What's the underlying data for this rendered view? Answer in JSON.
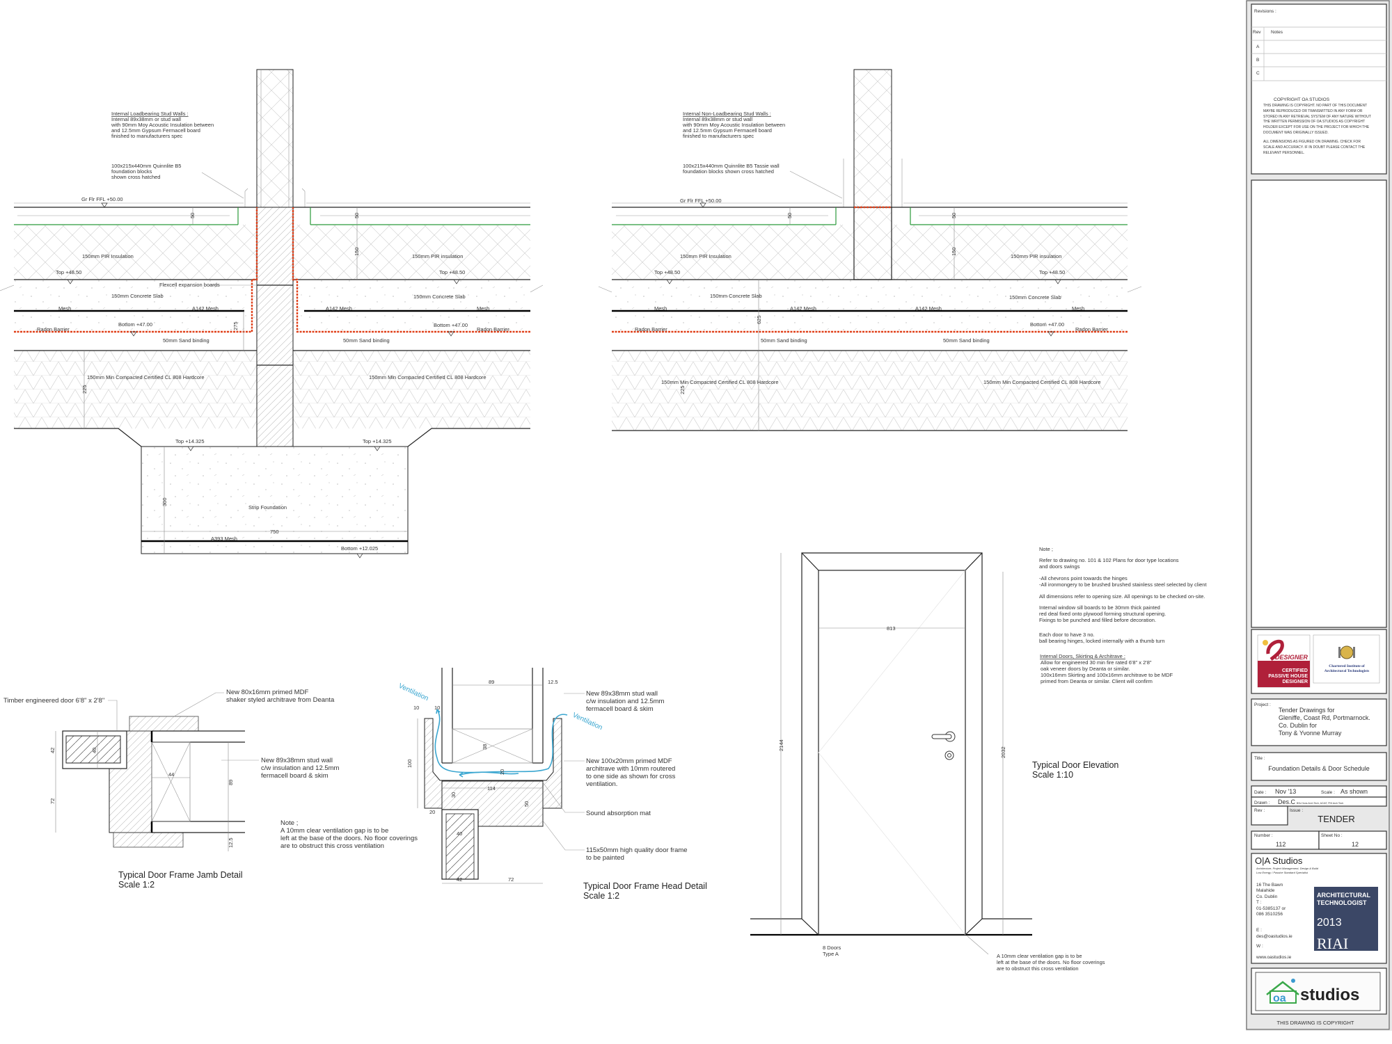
{
  "foundation_left": {
    "stud_note": [
      "Internal Loadbearing Stud Walls :",
      "Internal 89x38mm or stud wall",
      "with 90mm Moy Acoustic Insulation between",
      "and 12.5mm Gypsum Fermacell board",
      "finished to manufacturers spec"
    ],
    "block_note": [
      "100x215x440mm Quinnlite B5",
      "foundation blocks",
      "shown cross hatched"
    ],
    "ffl": "Gr Flr FFL +50.00",
    "dim_screed_l": "50",
    "dim_screed_r": "50",
    "dim_insulation": "150",
    "dim_275": "275",
    "dim_225": "225",
    "dim_300": "300",
    "dim_750": "750",
    "insulation_l": "150mm PIR Insulation",
    "insulation_r": "150mm PIR insulation",
    "top_l": "Top +48.50",
    "top_r": "Top +48.50",
    "flexcell": "Flexcell expansion boards",
    "slab_l": "150mm Concrete Slab",
    "slab_r": "150mm Concrete Slab",
    "mesh_l": "Mesh",
    "a142_l": "A142 Mesh",
    "a142_r": "A142 Mesh",
    "mesh_r": "Mesh",
    "radon_l": "Radon Barrier",
    "radon_r": "Radon Barrier",
    "bottom_l": "Bottom +47.00",
    "bottom_r": "Bottom +47.00",
    "sand_l": "50mm Sand binding",
    "sand_r": "50mm Sand binding",
    "hardcore_l": "150mm Min Compacted Certified CL 808 Hardcore",
    "hardcore_r": "150mm Min Compacted Certified CL 808 Hardcore",
    "strip_top_l": "Top +14.325",
    "strip_top_r": "Top +14.325",
    "strip": "Strip Foundation",
    "a393": "A393 Mesh",
    "strip_bottom": "Bottom +12.025"
  },
  "foundation_right": {
    "stud_note": [
      "Internal Non-Loadbearing Stud Walls :",
      "Internal 89x38mm or stud wall",
      "with 90mm Moy Acoustic Insulation between",
      "and 12.5mm Gypsum Fermacell board",
      "finished to manufacturers spec"
    ],
    "block_note": [
      "100x215x440mm Quinnlite B5 Tassie wall",
      "foundation blocks shown cross hatched"
    ],
    "ffl": "Gr Flr FFL +50.00",
    "dim_screed_l": "50",
    "dim_screed_r": "50",
    "dim_insulation": "150",
    "dim_625": "625",
    "dim_225": "225",
    "insulation_l": "150mm PIR Insulation",
    "insulation_r": "150mm PIR insulation",
    "top_l": "Top +48.50",
    "top_r": "Top +48.50",
    "slab_l": "150mm Concrete Slab",
    "slab_r": "150mm Concrete Slab",
    "mesh_l": "Mesh",
    "a142_l": "A142 Mesh",
    "a142_r": "A142 Mesh",
    "mesh_r": "Mesh",
    "radon_l": "Radon Barrier",
    "radon_r": "Radon Barrier",
    "bottom_r": "Bottom +47.00",
    "sand_l": "50mm Sand binding",
    "sand_r": "50mm Sand binding",
    "hardcore_l": "150mm Min Compacted Certified CL 808 Hardcore",
    "hardcore_r": "150mm Min Compacted Certified CL 808 Hardcore"
  },
  "jamb_detail": {
    "door_label": "Timber engineered door 6'8\" x 2'8\"",
    "architrave_note": [
      "New 80x16mm primed MDF",
      "shaker styled architrave from Deanta"
    ],
    "stud_note": [
      "New 89x38mm stud wall",
      "c/w insulation and 12.5mm",
      "fermacell board & skim"
    ],
    "dims": {
      "d42": "42",
      "d40": "40",
      "d72": "72",
      "d44": "44",
      "d89": "89",
      "d12_5": "12.5"
    },
    "note": [
      "Note ;",
      "A 10mm clear ventilation gap is to be",
      "left at the base of the doors. No floor coverings",
      "are to obstruct this cross ventilation"
    ],
    "title": "Typical Door Frame Jamb Detail",
    "scale": "Scale 1:2"
  },
  "head_detail": {
    "ventilation_l": "Ventilation",
    "ventilation_r": "Ventilation",
    "dims": {
      "d89": "89",
      "d12_5": "12.5",
      "d10a": "10",
      "d10b": "10",
      "d38": "38",
      "d20v": "20",
      "d100": "100",
      "d114": "114",
      "d30": "30",
      "d50": "50",
      "d20": "20",
      "d40": "40",
      "d42": "42",
      "d72": "72"
    },
    "stud_note": [
      "New 89x38mm stud wall",
      "c/w insulation and 12.5mm",
      "fermacell board & skim"
    ],
    "architrave_note": [
      "New 100x20mm primed MDF",
      "architrave with 10mm routered",
      "to one side as shown for cross",
      "ventilation."
    ],
    "mat_note": "Sound absorption mat",
    "frame_note": [
      "115x50mm high quality door frame",
      "to be painted"
    ],
    "title": "Typical Door Frame Head Detail",
    "scale": "Scale 1:2"
  },
  "door_elevation": {
    "width": "813",
    "overall_height": "2144",
    "door_height": "2032",
    "count": "8 Doors",
    "type": "Type A",
    "gap_note": [
      "A 10mm clear ventilation gap is to be",
      "left at the base of the doors. No floor coverings",
      "are to obstruct this cross ventilation"
    ],
    "title": "Typical Door Elevation",
    "scale": "Scale 1:10"
  },
  "door_notes": {
    "heading": "Note ;",
    "lines": [
      "Refer to drawing no. 101 & 102 Plans for door type locations",
      "and doors swings",
      "-All chevrons point towards the hinges",
      "-All ironmongery to be brushed brushed stainless steel selected by client",
      "All dimensions refer to opening size. All openings to be checked on-site.",
      "Internal window sill boards to be 30mm thick painted",
      "red deal fixed onto plywood forming structural opening.",
      "Fixings to be punched and filled before decoration.",
      "Each door to have 3 no.",
      "ball bearing hinges, locked internally with a thumb turn"
    ],
    "sub_heading": "Internal Doors, Skirting & Architrave :",
    "sub_lines": [
      "Allow for engineered 30 min fire rated 6'8\" x 2'8\"",
      "oak veneer doors by Deanta or similar.",
      "100x16mm Skirting and 100x16mm architrave to be MDF",
      "primed from Deanta or similar. Client will confirm"
    ]
  },
  "title_block": {
    "revisions_label": "Revisions :",
    "rev_header": "Rev",
    "notes_header": "Notes",
    "revs": [
      "A",
      "B",
      "C"
    ],
    "copyright_title": "COPYRIGHT OA STUDIOS",
    "copyright_lines": [
      "THIS DRAWING IS COPYRIGHT.  NO PART OF THIS DOCUMENT",
      "MAYBE REPRODUCED OR TRANSMITTED IN ANY FORM OR",
      "STORED IN ANY RETRIEVAL SYSTEM OF ANY NATURE WITHOUT",
      "THE WRITTEN PERMISSION OF OA STUDIOS AS COPYRIGHT",
      "HOLDER EXCEPT FOR USE ON THE PROJECT FOR WHICH THE",
      "DOCUMENT WAS ORIGINALLY ISSUED."
    ],
    "dimension_lines": [
      "ALL DIMENSIONS AS FIGURED ON DRAWING. CHECK FOR",
      "SCALE AND ACCURACY.  IF IN DOUBT PLEASE CONTACT THE",
      "RELEVANT PERSONNEL."
    ],
    "logo_passive": {
      "word": "DESIGNER",
      "lines": [
        "CERTIFIED",
        "PASSIVE HOUSE",
        "DESIGNER"
      ],
      "color": "#b0203a"
    },
    "logo_ciat": [
      "Chartered Institute of",
      "Architectural Technologists"
    ],
    "project_label": "Project :",
    "project_lines": [
      "Tender Drawings for",
      "Gleniffe, Coast Rd, Portmarnock.",
      "Co. Dublin for",
      "Tony & Yvonne Murray"
    ],
    "title_label": "Title :",
    "title": "Foundation Details & Door Schedule",
    "date_label": "Date :",
    "date": "Nov '13",
    "scale_label": "Scale :",
    "scale": "As shown",
    "drawn_label": "Drawn :",
    "drawn": "Des.C",
    "drawn_quals": "BSc Hons Arch Tech, ACIAT, PHI Arch Tech",
    "rev_label": "Rev :",
    "issue_label": "Issue :",
    "issue": "TENDER",
    "number_label": "Number :",
    "number": "112",
    "sheet_label": "Sheet No :",
    "sheet": "12",
    "company": "O|A Studios",
    "company_tagline": [
      "Architecture, Project Management, Design & Build",
      "Low Energy / Passive Standard Specialist"
    ],
    "address": [
      "16 The Bawn",
      "Malahide",
      "Co. Dublin",
      "T :",
      "01-5385137 or",
      "086 3510256",
      "E :",
      "des@oastudios.ie",
      "W :",
      "www.oastudios.ie"
    ],
    "riai_badge": {
      "lines": [
        "ARCHITECTURAL",
        "TECHNOLOGIST"
      ],
      "year": "2013",
      "org": "RIAI",
      "color": "#3b4766"
    },
    "brand_logo": {
      "mark": "oa",
      "word": "studios"
    },
    "footer": "THIS DRAWING IS COPYRIGHT"
  }
}
